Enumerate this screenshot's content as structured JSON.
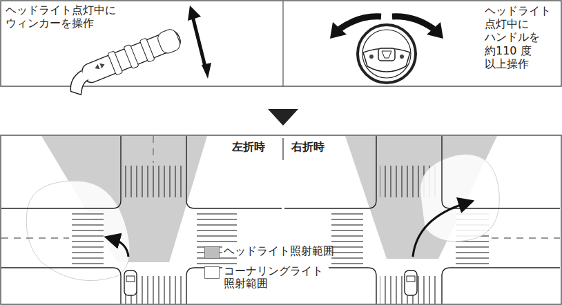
{
  "diagram": {
    "labels": [
      "ヘッドライト点灯中に ウィンカーを操作",
      "ヘッドライト 点灯中に ハンドルを 約110 度 以上操作",
      "左折時",
      "右折時"
    ],
    "legend": [
      {
        "text": "ヘッドライト照射範囲",
        "color": "#bdbdbd"
      },
      {
        "text": "コーナリングライト 照射範囲",
        "color": "#ffffff"
      }
    ]
  }
}
